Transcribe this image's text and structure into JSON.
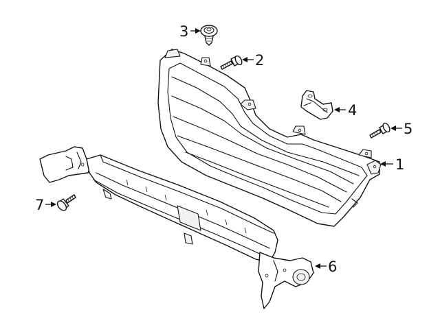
{
  "callouts": [
    {
      "id": "1",
      "label": "1"
    },
    {
      "id": "2",
      "label": "2"
    },
    {
      "id": "3",
      "label": "3"
    },
    {
      "id": "4",
      "label": "4"
    },
    {
      "id": "5",
      "label": "5"
    },
    {
      "id": "6",
      "label": "6"
    },
    {
      "id": "7",
      "label": "7"
    }
  ],
  "parts": [
    {
      "callout": "1",
      "icon": "grille-icon"
    },
    {
      "callout": "2",
      "icon": "screw-icon"
    },
    {
      "callout": "3",
      "icon": "push-clip-icon"
    },
    {
      "callout": "4",
      "icon": "bracket-icon"
    },
    {
      "callout": "5",
      "icon": "screw-icon"
    },
    {
      "callout": "6",
      "icon": "lower-bar-icon"
    },
    {
      "callout": "7",
      "icon": "bolt-icon"
    }
  ]
}
